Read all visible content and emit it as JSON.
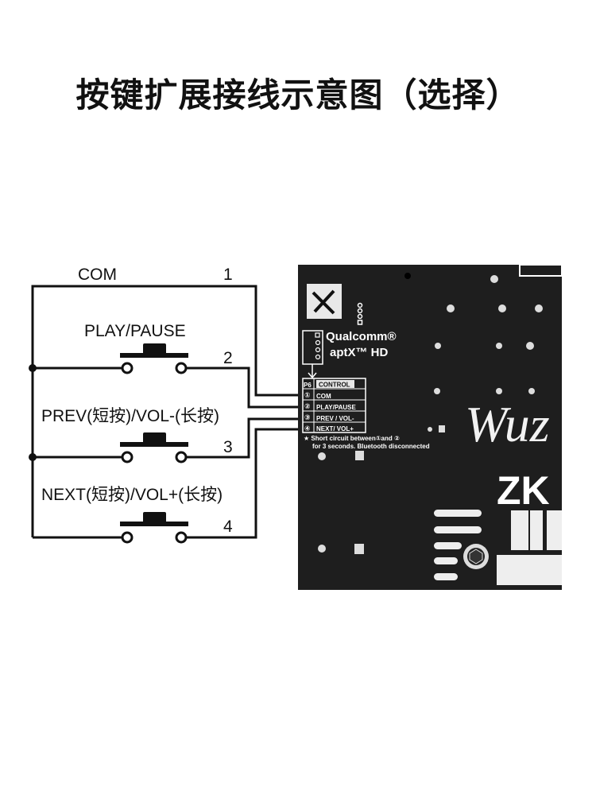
{
  "title": "按键扩展接线示意图（选择）",
  "schematic": {
    "com_label": "COM",
    "pins": [
      "1",
      "2",
      "3",
      "4"
    ],
    "buttons": [
      {
        "label": "PLAY/PAUSE"
      },
      {
        "label": "PREV(短按)/VOL-(长按)"
      },
      {
        "label": "NEXT(短按)/VOL+(长按)"
      }
    ]
  },
  "board": {
    "brand_line1": "Qualcomm®",
    "brand_line2": "aptX™ HD",
    "table_header_pin": "P6",
    "table_header_func": "CONTROL",
    "table_rows": [
      {
        "num": "①",
        "func": "COM"
      },
      {
        "num": "②",
        "func": "PLAY/PAUSE"
      },
      {
        "num": "③",
        "func": "PREV / VOL-"
      },
      {
        "num": "④",
        "func": "NEXT/ VOL+"
      }
    ],
    "note_line1": "★ Short circuit between①and ②",
    "note_line2": "for 3 seconds. Bluetooth disconnected",
    "logo_script": "Wuz",
    "model": "ZK"
  }
}
